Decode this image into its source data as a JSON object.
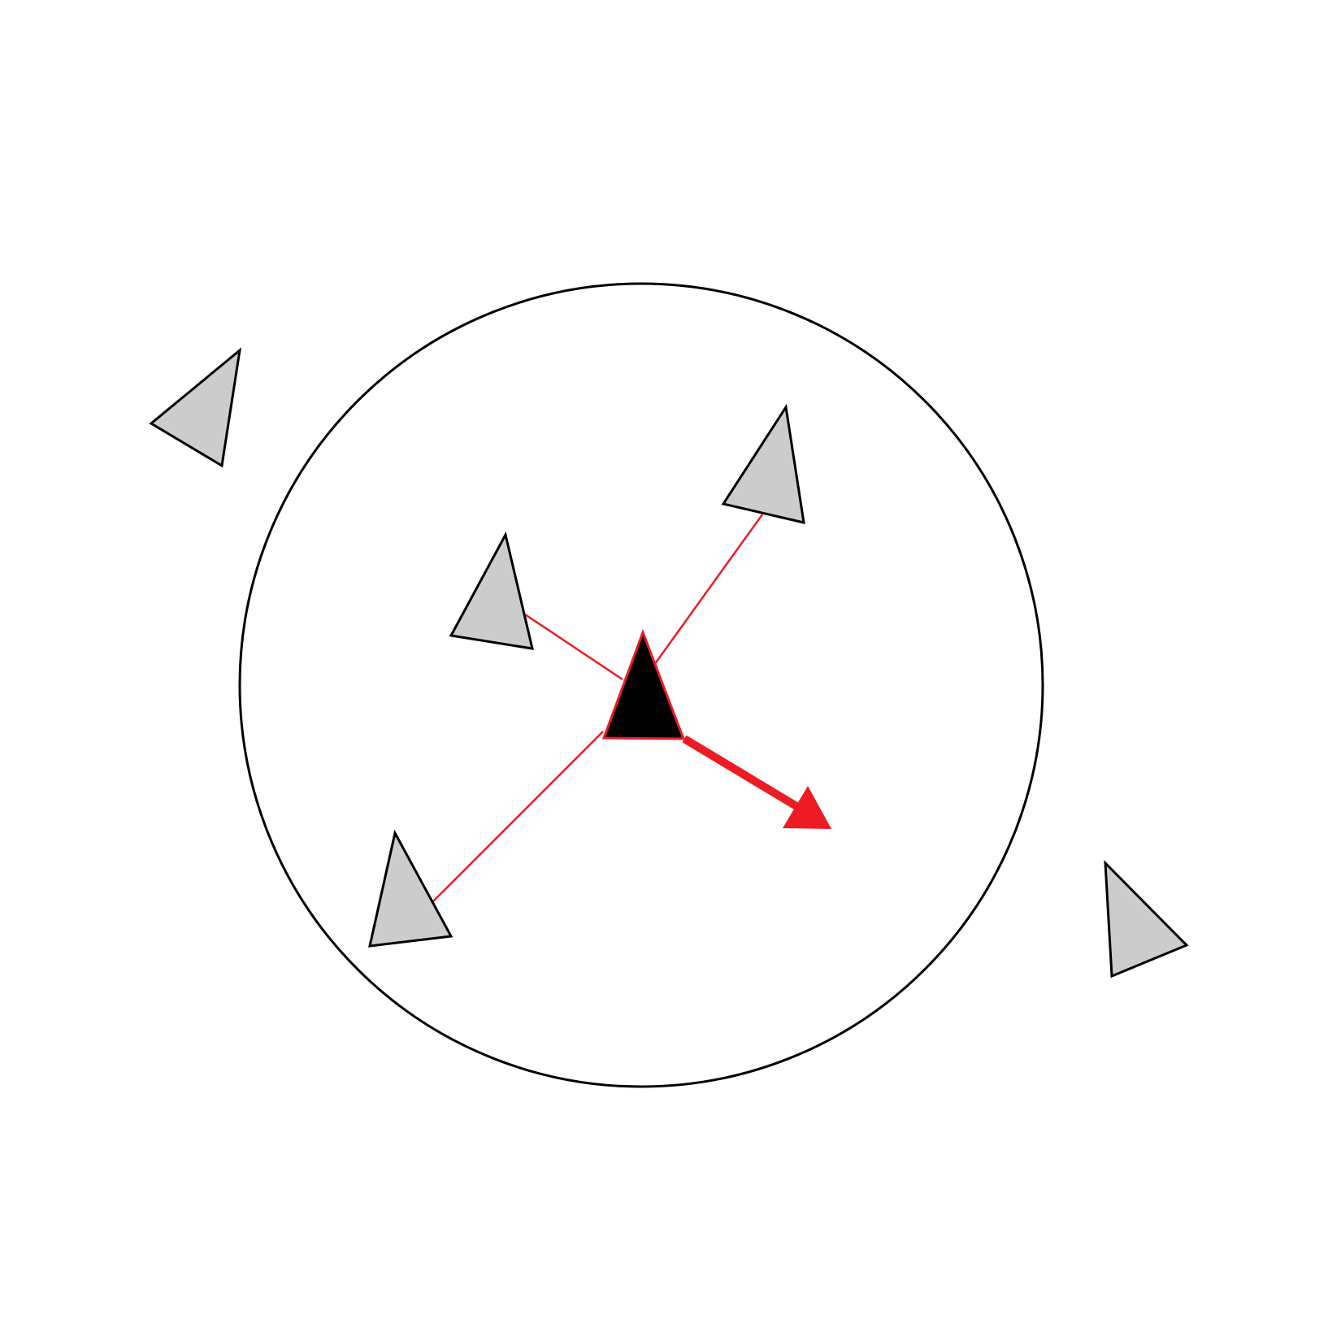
{
  "diagram": {
    "kind": "separation-steering",
    "colors": {
      "background": "#ffffff",
      "radius_outline": "#000000",
      "neighbor_fill": "#cccccc",
      "neighbor_stroke": "#000000",
      "focal_fill": "#000000",
      "focal_stroke": "#ed1c24",
      "link_color": "#ed1c24",
      "steering_color": "#ed1c24"
    },
    "focal_agent": {
      "role": "focal",
      "fill": "black"
    },
    "neighbors_in_radius": 3,
    "agents_outside_radius": 2,
    "steering_vector": {
      "direction": "down-right",
      "style": "thick red arrow"
    }
  }
}
